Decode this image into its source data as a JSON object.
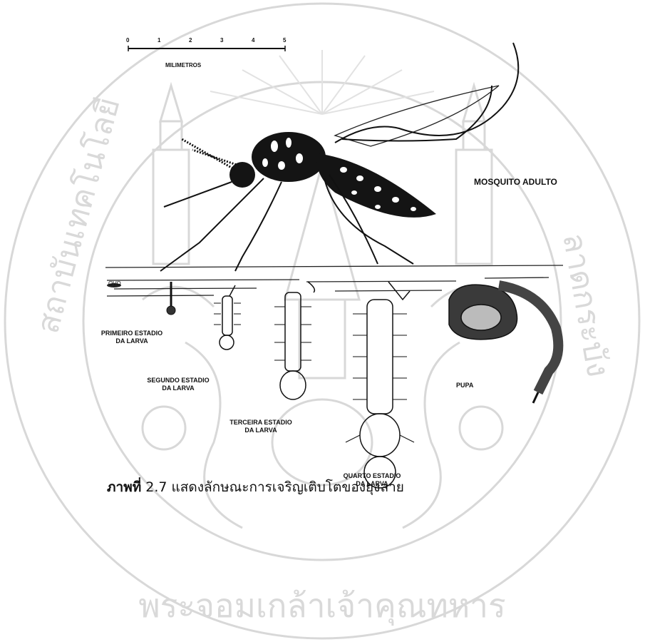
{
  "scale": {
    "ticks": [
      "0",
      "1",
      "2",
      "3",
      "4",
      "5"
    ],
    "unit": "MILIMETROS"
  },
  "labels": {
    "adult": "MOSQUITO ADULTO",
    "egg": "OVO",
    "first_line1": "PRIMEIRO ESTADIO",
    "first_line2": "DA LARVA",
    "second_line1": "SEGUNDO ESTADIO",
    "second_line2": "DA LARVA",
    "third_line1": "TERCEIRA ESTADIO",
    "third_line2": "DA LARVA",
    "fourth_line1": "QUARTO ESTADIO",
    "fourth_line2": "DA LARVA",
    "pupa": "PUPA"
  },
  "caption": {
    "prefix": "ภาพที่",
    "text": " 2.7 แสดงลักษณะการเจริญเติบโตของยุงลาย"
  },
  "watermark": {
    "text": "พระจอมเกล้าเจ้าคุณทหาร"
  }
}
